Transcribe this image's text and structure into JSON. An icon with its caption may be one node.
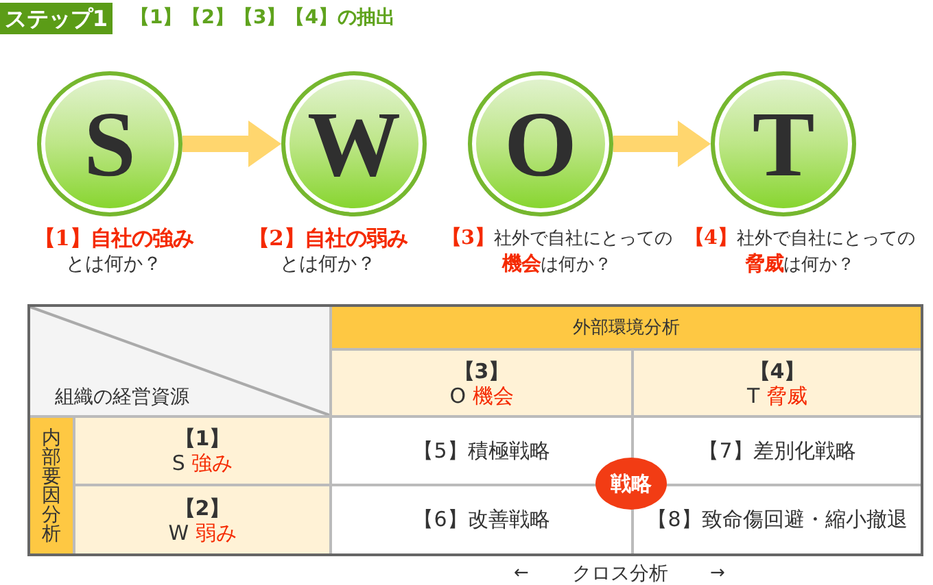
{
  "diagram": {
    "title": "【1】【2】【3】【4】の抽出",
    "nodes": [
      {
        "text": [
          "S"
        ],
        "beside": [
          "**【1】自社の強み**とは何か？"
        ]
      },
      {
        "text": [
          "W"
        ],
        "beside": [
          "**【2】自社の弱み**とは何か？"
        ]
      },
      {
        "text": [
          "O"
        ],
        "beside": [
          "**【3】**社外で自社にとっての**機会**は何か？"
        ]
      },
      {
        "text": [
          "T"
        ],
        "beside": [
          "**【4】**社外で自社にとっての**脅威**は何か？"
        ]
      },
      {
        "text": [
          "戦略"
        ]
      }
    ],
    "edges": [
      {
        "from": 0,
        "to": 1,
        "arrow": "to"
      },
      {
        "from": 2,
        "to": 3,
        "arrow": "to"
      }
    ],
    "labels": [
      "ステップ1",
      "外部環境分析",
      "組織の経営資源",
      "【3】",
      "O **機会**",
      "【4】",
      "T **脅威**",
      "内部要因分析",
      "【1】",
      "S **強み**",
      "【5】積極戦略",
      "【7】差別化戦略",
      "【2】",
      "W **弱み**",
      "【6】改善戦略",
      "【8】致命傷回避・縮小撤退",
      "←",
      "クロス分析",
      "→"
    ]
  }
}
